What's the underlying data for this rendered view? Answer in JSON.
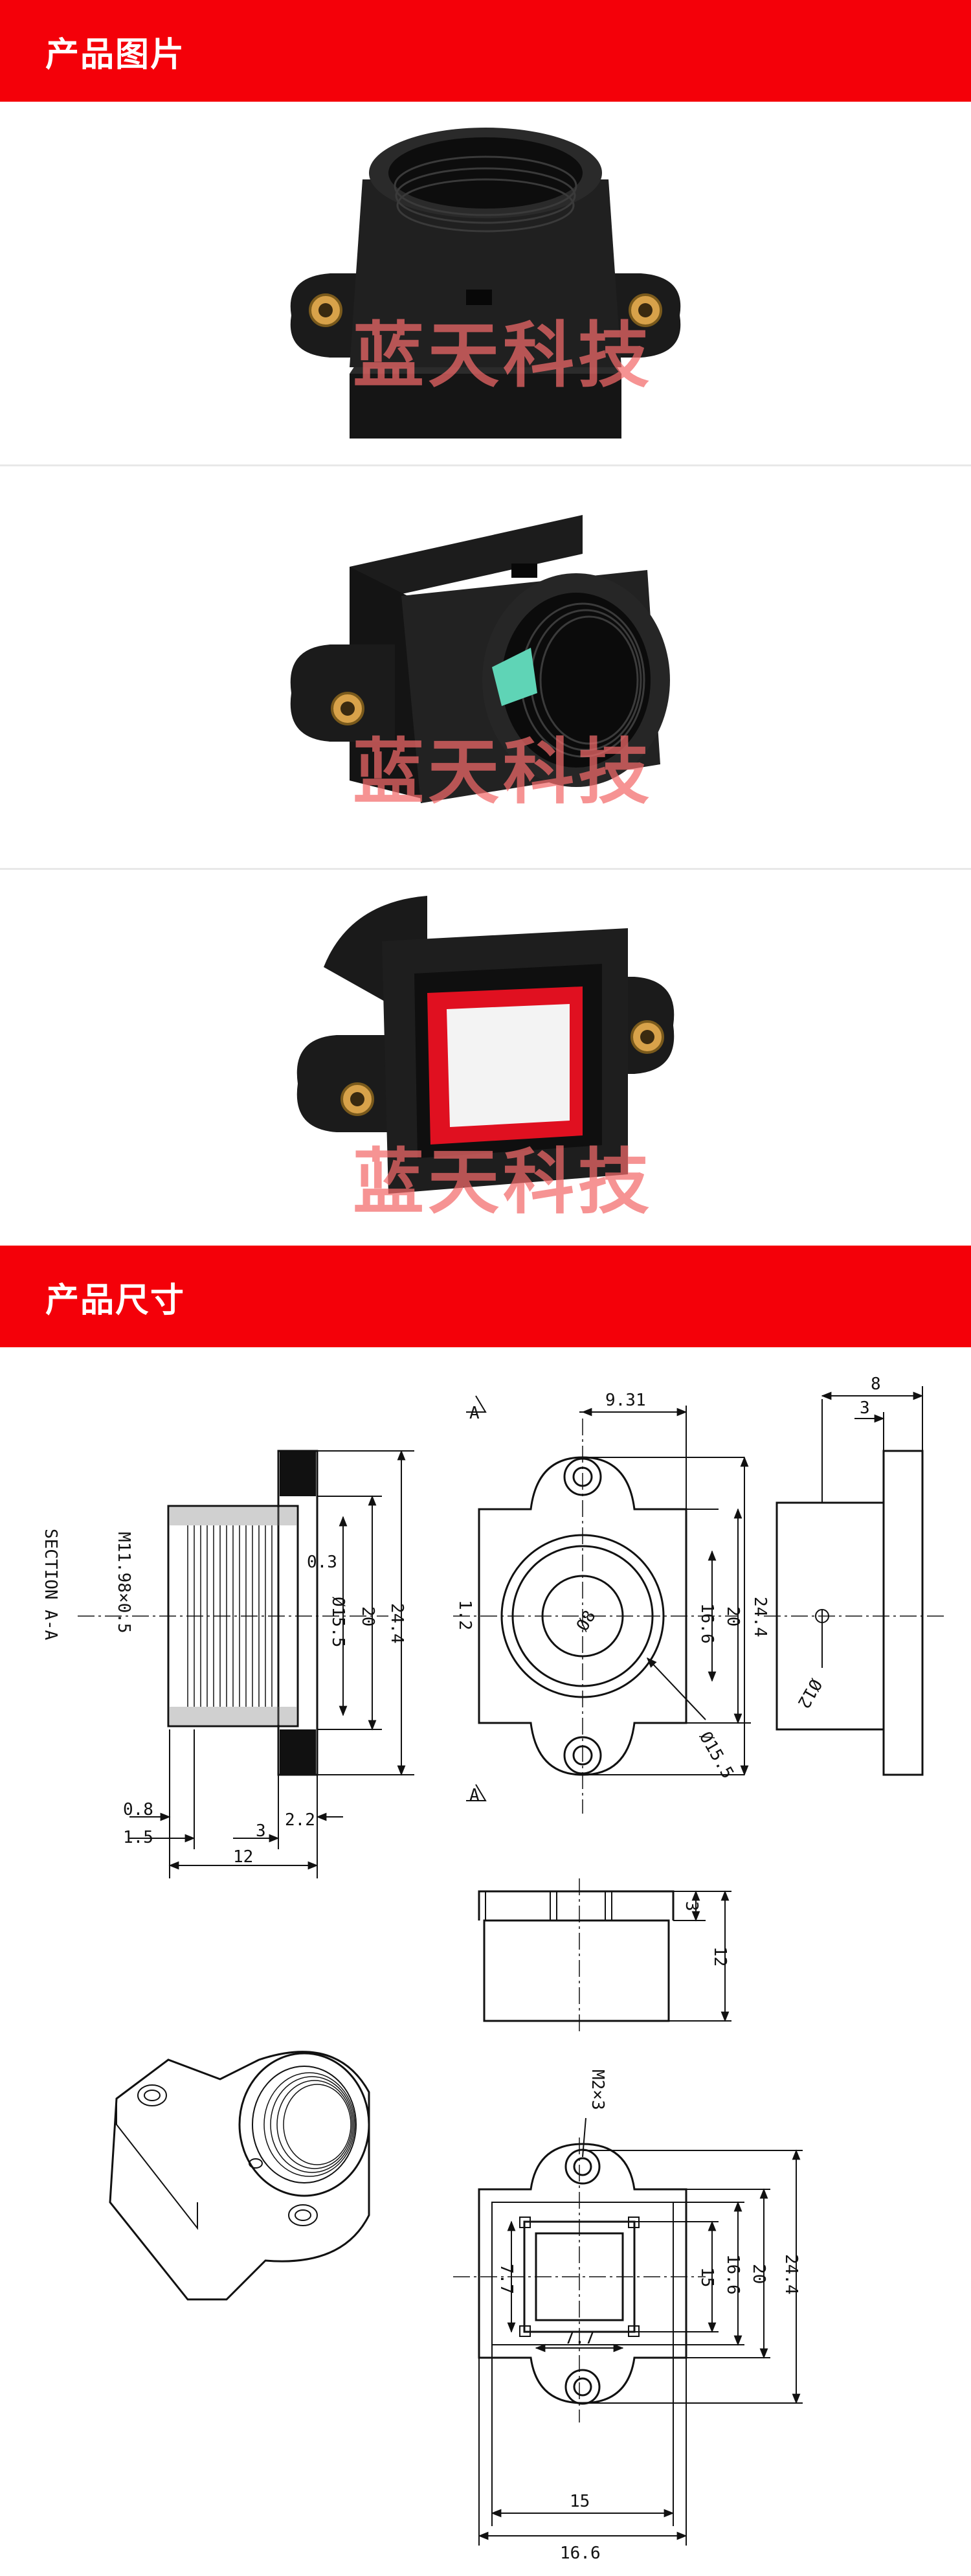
{
  "sections": {
    "photos_title": "产品图片",
    "dimensions_title": "产品尺寸"
  },
  "watermark": "蓝天科技",
  "colors": {
    "banner": "#f40009",
    "watermark": "#f36a6a",
    "brass": "#d8a24a",
    "filter": "#e01020"
  },
  "drawing": {
    "section_label": "SECTION A-A",
    "section_marker": "A",
    "thread_label": "M11.98×0.5",
    "screw_label": "M2×3",
    "dims": {
      "side_0_3": "0.3",
      "side_d15_5": "Ø15.5",
      "side_20": "20",
      "side_24_4": "24.4",
      "side_0_8": "0.8",
      "side_1_5": "1.5",
      "side_3": "3",
      "side_2_2": "2.2",
      "side_12": "12",
      "front_9_31": "9.31",
      "front_1_2": "1.2",
      "front_d8": "Ø8",
      "front_16_6": "16.6",
      "front_20": "20",
      "front_24_4": "24.4",
      "front_d15_5": "Ø15.5",
      "right_8": "8",
      "right_3": "3",
      "right_d12": "Ø12",
      "mid_3": "3",
      "mid_12": "12",
      "bot_7_7_v": "7.7",
      "bot_7_7_h": "7.7",
      "bot_15_v": "15",
      "bot_16_6_v": "16.6",
      "bot_20_v": "20",
      "bot_24_4_v": "24.4",
      "bot_15_h": "15",
      "bot_16_6_h": "16.6"
    }
  }
}
